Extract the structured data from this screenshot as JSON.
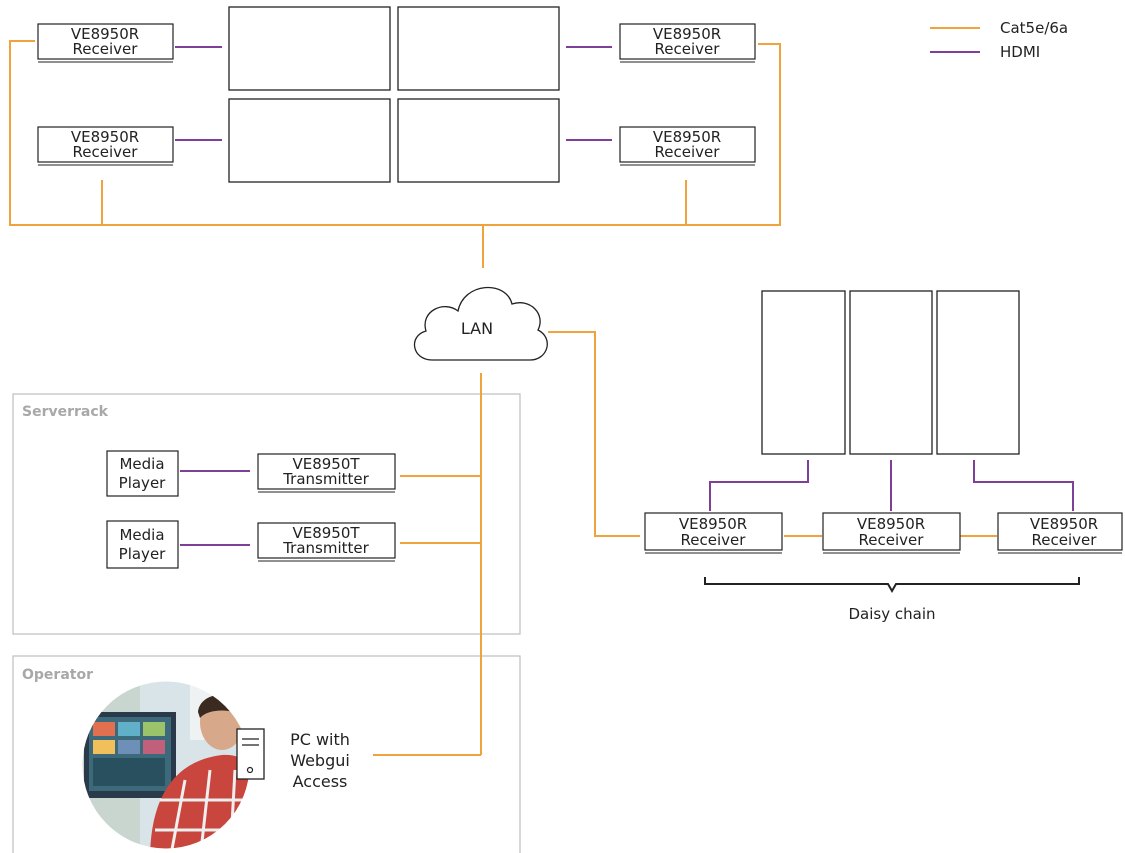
{
  "legend": {
    "cat_label": "Cat5e/6a",
    "hdmi_label": "HDMI",
    "cat_color": "#f0a33c",
    "hdmi_color": "#7d3f98"
  },
  "receiver": {
    "model": "VE8950R",
    "role": "Receiver"
  },
  "transmitter": {
    "model": "VE8950T",
    "role": "Transmitter"
  },
  "media_player": {
    "line1": "Media",
    "line2": "Player"
  },
  "lan_label": "LAN",
  "serverrack_label": "Serverrack",
  "operator_label": "Operator",
  "pc": {
    "line1": "PC with",
    "line2": "Webgui",
    "line3": "Access"
  },
  "daisy_chain_label": "Daisy chain"
}
